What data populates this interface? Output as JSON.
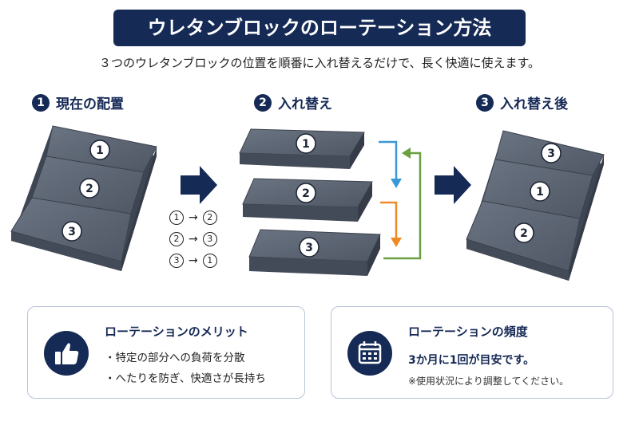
{
  "title": "ウレタンブロックのローテーション方法",
  "subtitle": "３つのウレタンブロックの位置を順番に入れ替えるだけで、長く快適に使えます。",
  "steps": [
    {
      "num": "1",
      "label": "現在の配置"
    },
    {
      "num": "2",
      "label": "入れ替え"
    },
    {
      "num": "3",
      "label": "入れ替え後"
    }
  ],
  "current_order": [
    "1",
    "2",
    "3"
  ],
  "swap_order": [
    "1",
    "2",
    "3"
  ],
  "after_order": [
    "3",
    "1",
    "2"
  ],
  "swap_pairs": [
    {
      "from": "1",
      "arrow": "→",
      "to": "2"
    },
    {
      "from": "2",
      "arrow": "→",
      "to": "3"
    },
    {
      "from": "3",
      "arrow": "→",
      "to": "1"
    }
  ],
  "colors": {
    "navy": "#162a56",
    "block": "#5d6573",
    "arrow_blue": "#3a98d6",
    "arrow_orange": "#ee8a25",
    "arrow_green": "#6aa040"
  },
  "merit_card": {
    "icon": "thumbs-up-icon",
    "title": "ローテーションのメリット",
    "bullets": [
      "・特定の部分への負荷を分散",
      "・へたりを防ぎ、快適さが長持ち"
    ]
  },
  "freq_card": {
    "icon": "calendar-icon",
    "title": "ローテーションの頻度",
    "frequency": "3か月に1回が目安です。",
    "note": "※使用状況により調整してください。"
  }
}
